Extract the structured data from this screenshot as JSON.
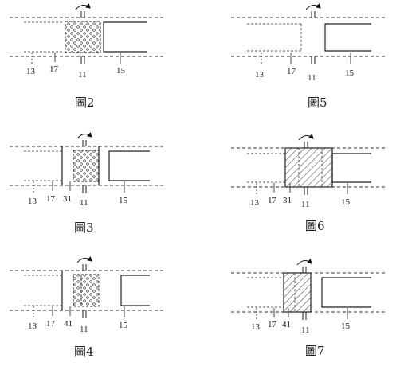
{
  "figures": [
    {
      "caption": "圖2",
      "labels": [
        "13",
        "17",
        "11",
        "15"
      ]
    },
    {
      "caption": "圖5",
      "labels": [
        "13",
        "17",
        "11",
        "15"
      ]
    },
    {
      "caption": "圖3",
      "labels": [
        "13",
        "17",
        "31",
        "11",
        "15"
      ]
    },
    {
      "caption": "圖6",
      "labels": [
        "13",
        "17",
        "31",
        "11",
        "15"
      ]
    },
    {
      "caption": "圖4",
      "labels": [
        "13",
        "17",
        "41",
        "11",
        "15"
      ]
    },
    {
      "caption": "圖7",
      "labels": [
        "13",
        "17",
        "41",
        "11",
        "15"
      ]
    }
  ]
}
